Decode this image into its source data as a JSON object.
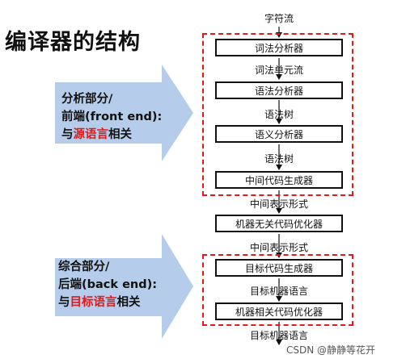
{
  "title": "编译器的结构",
  "input_label": "字符流",
  "stages": [
    "词法分析器",
    "语法分析器",
    "语义分析器",
    "中间代码生成器",
    "机器无关代码优化器",
    "目标代码生成器",
    "机器相关代码优化器"
  ],
  "edges": [
    "词法单元流",
    "语法树",
    "语法树",
    "中间表示形式",
    "中间表示形式",
    "目标机器语言"
  ],
  "output_label": "目标机器语言",
  "front": {
    "line1": "分析部分/",
    "line2": "前端(front end):",
    "line3_prefix": "与",
    "line3_highlight": "源语言",
    "line3_suffix": "相关"
  },
  "back": {
    "line1": "综合部分/",
    "line2": "后端(back end):",
    "line3_prefix": "与",
    "line3_highlight": "目标语言",
    "line3_suffix": "相关"
  },
  "colors": {
    "arrow": "#b5cdea",
    "dashed": "#e01919"
  },
  "watermark": "CSDN @静静等花开"
}
